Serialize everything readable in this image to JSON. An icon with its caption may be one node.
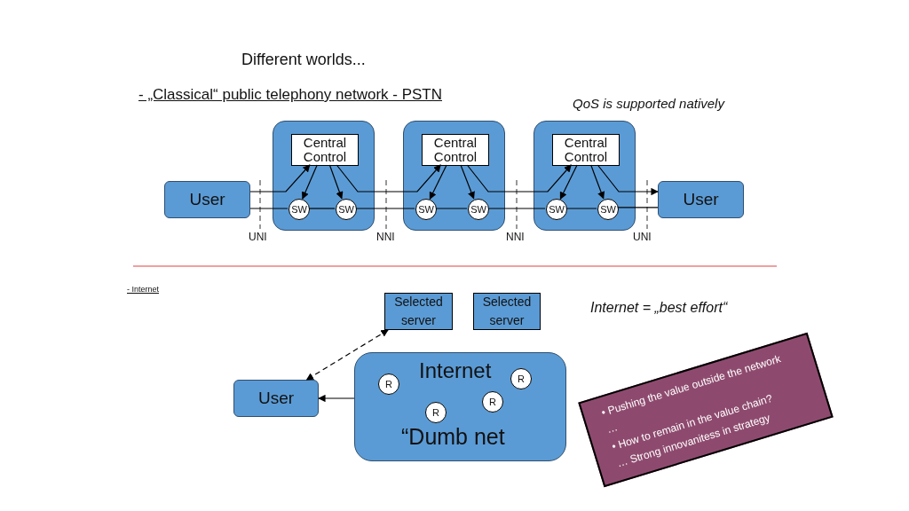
{
  "diagram": {
    "title": "Different worlds...",
    "nodes": [
      {
        "text": [
          "User"
        ]
      },
      {
        "text": [],
        "shape": "box"
      },
      {
        "text": [
          "Central Control"
        ],
        "in": 1
      },
      {
        "text": [
          "SW"
        ],
        "in": 1
      },
      {
        "text": [
          "SW"
        ],
        "in": 1
      },
      {
        "text": [],
        "shape": "box"
      },
      {
        "text": [
          "Central Control"
        ],
        "in": 5
      },
      {
        "text": [
          "SW"
        ],
        "in": 5
      },
      {
        "text": [
          "SW"
        ],
        "in": 5
      },
      {
        "text": [],
        "shape": "box"
      },
      {
        "text": [
          "Central Control"
        ],
        "in": 9
      },
      {
        "text": [
          "SW"
        ],
        "in": 9
      },
      {
        "text": [
          "SW"
        ],
        "in": 9
      },
      {
        "text": [
          "User"
        ]
      },
      {
        "text": [
          "Selected server"
        ]
      },
      {
        "text": [
          "Selected server"
        ]
      },
      {
        "text": [
          "Internet",
          "“Dumb net"
        ]
      },
      {
        "text": [
          "R"
        ],
        "in": 16
      },
      {
        "text": [
          "R"
        ],
        "in": 16
      },
      {
        "text": [
          "R"
        ],
        "in": 16
      },
      {
        "text": [
          "R"
        ],
        "in": 16
      },
      {
        "text": [
          "• Pushing the value outside the network",
          "…",
          "• How to remain in the value chain?",
          "… Strong innovanitess in strategy"
        ]
      },
      {
        "text": [
          "User"
        ]
      }
    ],
    "edges": [
      {
        "from": 0,
        "to": 2,
        "arrow": "to"
      },
      {
        "from": 2,
        "to": 3,
        "arrow": "to"
      },
      {
        "from": 2,
        "to": 4,
        "arrow": "to"
      },
      {
        "from": 2,
        "to": 6,
        "arrow": "to"
      },
      {
        "from": 6,
        "to": 7,
        "arrow": "to"
      },
      {
        "from": 6,
        "to": 8,
        "arrow": "to"
      },
      {
        "from": 6,
        "to": 10,
        "arrow": "to"
      },
      {
        "from": 10,
        "to": 11,
        "arrow": "to"
      },
      {
        "from": 10,
        "to": 12,
        "arrow": "to"
      },
      {
        "from": 10,
        "to": 13,
        "arrow": "to"
      },
      {
        "from": 0,
        "to": 3,
        "arrow": "none"
      },
      {
        "from": 3,
        "to": 4,
        "arrow": "none"
      },
      {
        "from": 4,
        "to": 7,
        "arrow": "none"
      },
      {
        "from": 7,
        "to": 8,
        "arrow": "none"
      },
      {
        "from": 8,
        "to": 11,
        "arrow": "none"
      },
      {
        "from": 11,
        "to": 12,
        "arrow": "none"
      },
      {
        "from": 12,
        "to": 13,
        "arrow": "none"
      },
      {
        "from": 16,
        "to": 22,
        "arrow": "to"
      },
      {
        "from": 14,
        "to": 22,
        "arrow": "both",
        "style": "dashed"
      }
    ],
    "labels": [
      "- „Classical“ public telephony network - PSTN",
      "QoS is supported natively",
      "UNI",
      "NNI",
      "NNI",
      "UNI",
      "- Internet",
      "Internet = „best effort“"
    ]
  }
}
